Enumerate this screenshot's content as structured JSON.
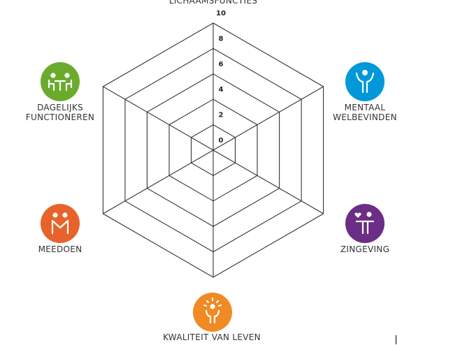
{
  "chart_data": {
    "type": "radar",
    "axes": [
      {
        "label": "LICHAAMSFUNCTIES"
      },
      {
        "label": "MENTAAL\nWELBEVINDEN",
        "color": "#0098d8",
        "icon": "person-arms-up-icon"
      },
      {
        "label": "ZINGEVING",
        "color": "#6b2d86",
        "icon": "person-heart-icon"
      },
      {
        "label": "KWALITEIT VAN LEVEN",
        "color": "#f08a24",
        "icon": "person-sun-icon"
      },
      {
        "label": "MEEDOEN",
        "color": "#e8632b",
        "icon": "two-people-icon"
      },
      {
        "label": "DAGELIJKS\nFUNCTIONEREN",
        "color": "#6aab2c",
        "icon": "people-at-table-icon"
      }
    ],
    "ticks": [
      0,
      2,
      4,
      6,
      8,
      10
    ],
    "range": [
      0,
      10
    ],
    "series": []
  }
}
